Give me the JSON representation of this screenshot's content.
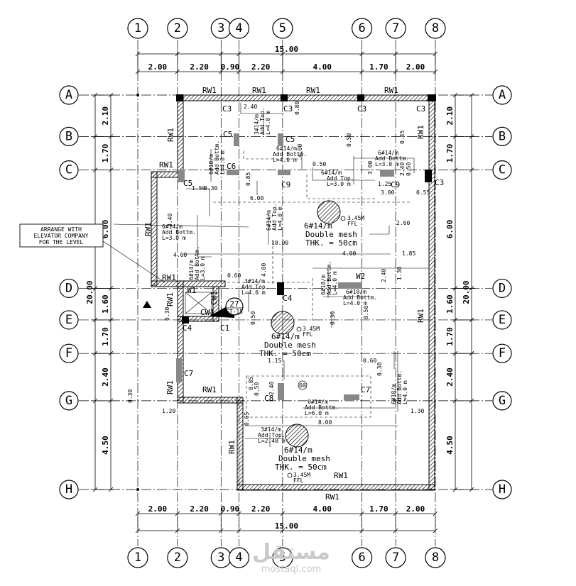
{
  "grid_x": [
    {
      "id": "1",
      "x": 0
    },
    {
      "id": "2",
      "x": 2.0
    },
    {
      "id": "3",
      "x": 4.2
    },
    {
      "id": "4",
      "x": 5.1
    },
    {
      "id": "5",
      "x": 7.3
    },
    {
      "id": "6",
      "x": 11.3
    },
    {
      "id": "7",
      "x": 13.0
    },
    {
      "id": "8",
      "x": 15.0
    }
  ],
  "grid_y": [
    {
      "id": "A",
      "y": 0
    },
    {
      "id": "B",
      "y": 2.1
    },
    {
      "id": "C",
      "y": 3.8
    },
    {
      "id": "D",
      "y": 9.8
    },
    {
      "id": "E",
      "y": 11.4
    },
    {
      "id": "F",
      "y": 13.1
    },
    {
      "id": "G",
      "y": 15.5
    },
    {
      "id": "H",
      "y": 20.0
    }
  ],
  "dims_x": {
    "spans": [
      "2.00",
      "2.20",
      "0.90",
      "2.20",
      "4.00",
      "1.70",
      "2.00"
    ],
    "total": "15.00"
  },
  "dims_y": {
    "spans": [
      "2.10",
      "1.70",
      "6.00",
      "1.60",
      "1.70",
      "2.40",
      "4.50"
    ],
    "total": "20.00"
  },
  "walls": {
    "rw1": "RW1",
    "w1": "W1",
    "w2": "W2",
    "cw1": "CW1"
  },
  "columns": {
    "c1": "C1",
    "c3": "C3",
    "c4": "C4",
    "c5": "C5",
    "c6": "C6",
    "c7": "C7",
    "c8": "C8",
    "c9": "C9"
  },
  "meshes": [
    {
      "lines": [
        "6#14/m",
        "Double mesh",
        "THK. = 50cm"
      ]
    },
    {
      "lines": [
        "6#14/m",
        "Double mesh",
        "THK. = 50cm"
      ]
    },
    {
      "lines": [
        "6#14/m",
        "Double mesh",
        "THK. = 50cm"
      ]
    }
  ],
  "note": {
    "lines": [
      "ARRANGE WITH",
      "ELEVATOR COMPANY",
      "FOR THE LEVEL"
    ]
  },
  "section": {
    "num": "27",
    "ref": "ST-15"
  },
  "level": "3.45M",
  "level_sub": "FFL",
  "rebar": {
    "add_bottom": "Add Bottm.",
    "add_top": "Add Top.",
    "r14": "6#14/m",
    "r18": "6#18/m",
    "r14b": "3#14/m",
    "l40": "L=4.0 m",
    "l30": "L=3.0 m",
    "l60": "L=6.0 m",
    "l240": "L=2.40 m"
  },
  "small_dims": {
    "d240": "2.40",
    "d080": "0.80",
    "d400": "4.00",
    "d050": "0.50",
    "d300": "3.00",
    "d125": "1.25",
    "d045": "0.45",
    "d150": "1.50",
    "d600": "6.00",
    "d260": "2.60",
    "d1000": "10.00",
    "d185": "1.85",
    "d060": "0.60",
    "d130": "1.30",
    "d030": "0.30",
    "d115": "1.15",
    "d085": "0.85",
    "d800": "8.00",
    "d120": "1.20",
    "d055": "0.55",
    "d065": "0.65",
    "d036": "0.30",
    "d1_30": "1.30"
  },
  "tag60": "60",
  "watermark": {
    "ar": "مستقل",
    "en": "mostaql.com"
  }
}
